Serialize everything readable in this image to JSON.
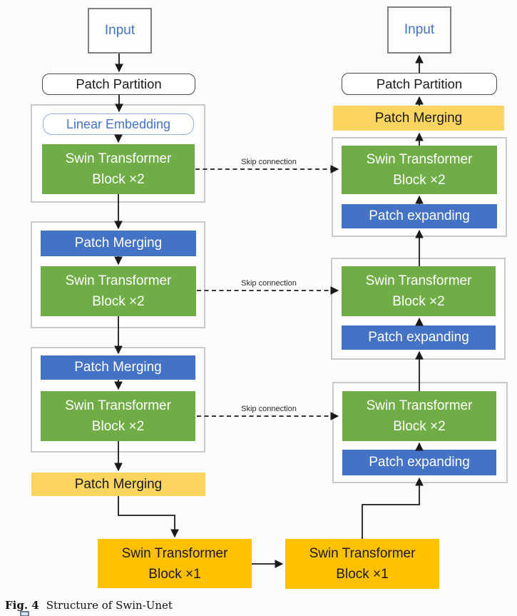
{
  "labels": {
    "input": "Input",
    "patch_partition": "Patch Partition",
    "linear_embedding": "Linear Embedding",
    "patch_merging": "Patch Merging",
    "patch_expanding": "Patch expanding",
    "swin_line1": "Swin Transformer",
    "swin_x2": "Block ×2",
    "swin_x1": "Block ×1",
    "skip_connection": "Skip connection"
  },
  "caption": {
    "prefix": "Fig. 4",
    "text": "Structure of Swin-Unet"
  },
  "colors": {
    "swin_block_green": "#70AD47",
    "patch_blue": "#4472C4",
    "patch_merging_yellow": "#FBD55F",
    "bottleneck_orange": "#FFC000",
    "accent_text_blue": "#4472C4",
    "container_border_gray": "#C9C9C9",
    "input_border_gray": "#7F7F7F",
    "arrow_black": "#1A1A1A"
  }
}
